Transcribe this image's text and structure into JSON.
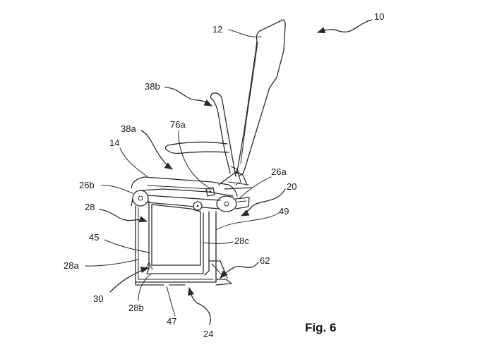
{
  "figure_title": "Fig. 6",
  "labels": {
    "l10": "10",
    "l12": "12",
    "l38b": "38b",
    "l38a": "38a",
    "l76a": "76a",
    "l14": "14",
    "l26a": "26a",
    "l26b": "26b",
    "l20": "20",
    "l28": "28",
    "l49": "49",
    "l45": "45",
    "l28c": "28c",
    "l28a": "28a",
    "l62": "62",
    "l30": "30",
    "l28b": "28b",
    "l47": "47",
    "l24": "24"
  }
}
